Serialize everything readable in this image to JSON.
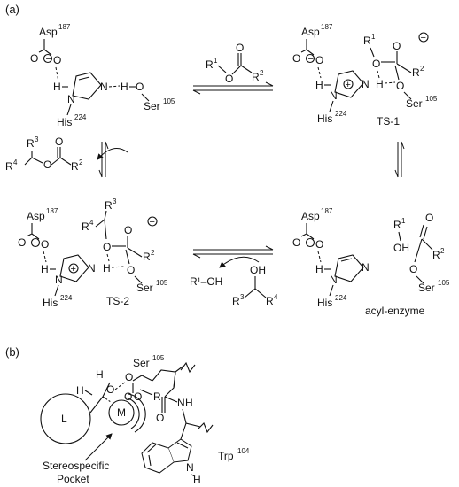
{
  "panels": {
    "a": "(a)",
    "b": "(b)"
  },
  "residues": {
    "asp_name": "Asp",
    "asp_num": "187",
    "his_name": "His",
    "his_num": "224",
    "ser_name": "Ser",
    "ser_num": "105",
    "trp_name": "Trp",
    "trp_num": "104"
  },
  "atoms": {
    "O": "O",
    "H": "H",
    "N": "N",
    "R": "R",
    "OH": "OH",
    "minus": "−",
    "plus": "+",
    "r1": "1",
    "r2": "2",
    "r3": "3",
    "r4": "4"
  },
  "states": {
    "ts1": "TS-1",
    "ts2": "TS-2",
    "acyl": "acyl-enzyme"
  },
  "reagents": {
    "r1oh": "R¹–OH"
  },
  "pocket": {
    "large": "L",
    "medium": "M",
    "caption_line1": "Stereospecific",
    "caption_line2": "Pocket"
  }
}
